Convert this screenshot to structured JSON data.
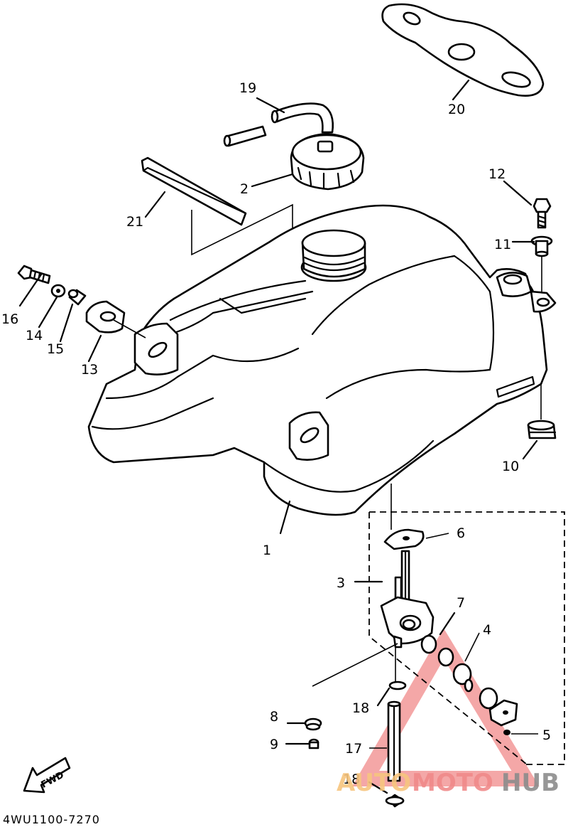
{
  "diagram_code": "4WU1100-7270",
  "fwd_label": "FWD",
  "watermark": {
    "part1": "AUTO",
    "part2": "MOTO",
    "part3": "HUB",
    "color_auto": "#f7c57e",
    "color_moto": "#f08a8a",
    "color_hub": "#8c8c8c"
  },
  "callouts": {
    "c1": "1",
    "c2": "2",
    "c3": "3",
    "c4": "4",
    "c5": "5",
    "c6": "6",
    "c7": "7",
    "c8": "8",
    "c9": "9",
    "c10": "10",
    "c11": "11",
    "c12": "12",
    "c13": "13",
    "c14": "14",
    "c15": "15",
    "c16": "16",
    "c17": "17",
    "c18a": "18",
    "c18b": "18",
    "c19": "19",
    "c20": "20",
    "c21": "21"
  }
}
